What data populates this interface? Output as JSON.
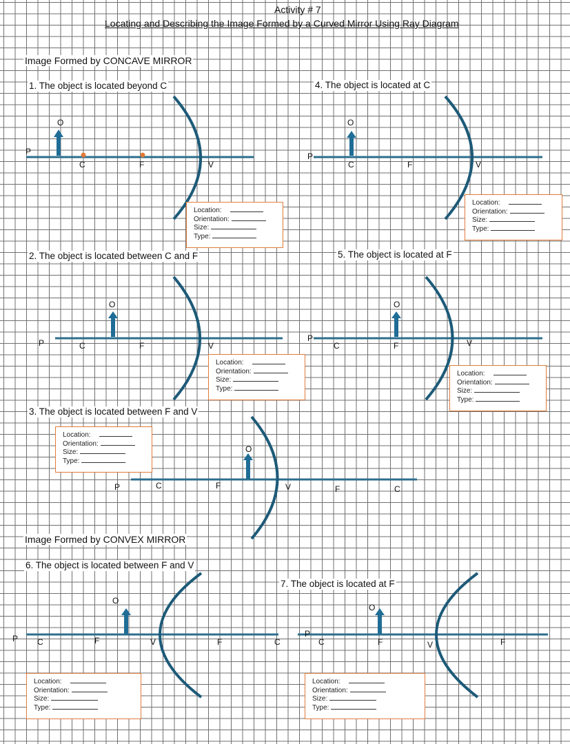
{
  "header": {
    "title": "Activity # 7",
    "subtitle": "Locating and Describing the Image Formed by a Curved Mirror Using Ray Diagram"
  },
  "sections": {
    "concave": "Image Formed by CONCAVE MIRROR",
    "convex": "Image Formed by CONVEX MIRROR"
  },
  "cases": [
    {
      "title": "1. The object is located beyond C",
      "labels": [
        "P",
        "O",
        "C",
        "F",
        "V"
      ]
    },
    {
      "title": "2. The object is located between C and F",
      "labels": [
        "P",
        "O",
        "C",
        "F",
        "V"
      ]
    },
    {
      "title": "3. The object is located between F and V",
      "labels": [
        "P",
        "O",
        "C",
        "F",
        "V",
        "F",
        "C"
      ]
    },
    {
      "title": "4. The object is located at C",
      "labels": [
        "P",
        "O",
        "C",
        "F",
        "V"
      ]
    },
    {
      "title": "5. The object is located at F",
      "labels": [
        "P",
        "O",
        "C",
        "F",
        "V"
      ]
    },
    {
      "title": "6. The object is located between F and V",
      "labels": [
        "P",
        "C",
        "F",
        "O",
        "V",
        "F",
        "C"
      ]
    },
    {
      "title": "7. The object is located at F",
      "labels": [
        "P",
        "C",
        "O",
        "F",
        "V",
        "F"
      ]
    }
  ],
  "answer_box": {
    "location": "Location:",
    "orientation": "Orientation:",
    "size": "Size:",
    "type": "Type:"
  },
  "colors": {
    "mirror": "#1d5a78",
    "axis": "#2c6e8e",
    "arrow": "#1f6d96",
    "focal_dot": "#e07b39",
    "box_border": "#e07b39",
    "grid": "#6f6f6f"
  }
}
